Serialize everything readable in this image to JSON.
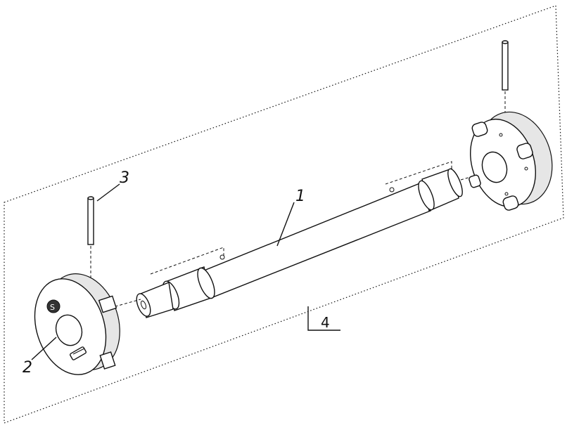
{
  "labels": {
    "shaft": "1",
    "flange": "2",
    "pin": "3",
    "assembly": "4"
  },
  "icons": {
    "flange_mark": "brand-logo-icon"
  }
}
